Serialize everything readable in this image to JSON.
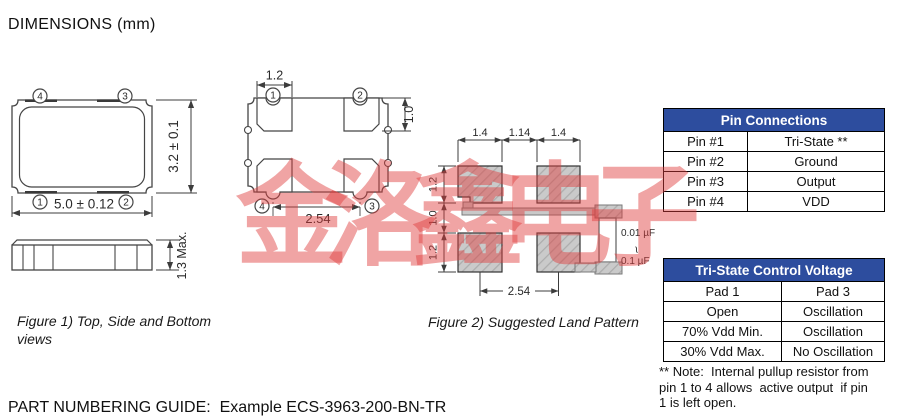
{
  "header": {
    "title": "DIMENSIONS (mm)"
  },
  "watermark": {
    "text": "金洛鑫电子"
  },
  "colors": {
    "table_header_bg": "#2d4d9e",
    "watermark_red": "#df3e3e"
  },
  "top_view": {
    "pad_top_left": "4",
    "pad_top_right": "3",
    "pad_bottom_left": "1",
    "pad_bottom_right": "2",
    "width_dim": "5.0 ± 0.12",
    "height_dim": "3.2 ± 0.1"
  },
  "side_view": {
    "thickness_dim": "1.3 Max."
  },
  "figure1_caption": [
    "Figure 1) Top, Side and Bottom",
    "views"
  ],
  "bottom_view": {
    "pad_top_left": "1",
    "pad_top_right": "2",
    "pad_bottom_left": "4",
    "pad_bottom_right": "3",
    "pad_width_dim": "1.2",
    "pad_height_dim": "1.0",
    "pitch_dim": "2.54"
  },
  "land_pattern": {
    "dim_left_pad_width": "1.4",
    "dim_gap_width": "1.14",
    "dim_right_pad_width": "1.4",
    "dim_pad_height_top": "1.2",
    "dim_vgap": "1.0",
    "dim_pad_height_bottom": "1.2",
    "dim_pitch": "2.54",
    "cap_min": "0.01 µF",
    "cap_tilde": "~",
    "cap_max": "0.1 µF"
  },
  "figure2_caption": "Figure 2) Suggested Land Pattern",
  "pin_table": {
    "title": "Pin Connections",
    "rows": [
      {
        "pin": "Pin #1",
        "connection": "Tri-State **"
      },
      {
        "pin": "Pin #2",
        "connection": "Ground"
      },
      {
        "pin": "Pin #3",
        "connection": "Output"
      },
      {
        "pin": "Pin #4",
        "connection": "VDD"
      }
    ]
  },
  "tristate_table": {
    "title": "Tri-State Control Voltage",
    "headers": [
      "Pad 1",
      "Pad 3"
    ],
    "rows": [
      {
        "pad1": "Open",
        "pad3": "Oscillation"
      },
      {
        "pad1": "70% Vdd Min.",
        "pad3": "Oscillation"
      },
      {
        "pad1": "30% Vdd Max.",
        "pad3": "No Oscillation"
      }
    ]
  },
  "note": {
    "lines": [
      "** Note:  Internal pullup resistor from",
      "pin 1 to 4 allows  active output  if pin",
      "1 is left open."
    ]
  },
  "footer": {
    "part_numbering": "PART NUMBERING GUIDE:  Example ECS-3963-200-BN-TR"
  }
}
